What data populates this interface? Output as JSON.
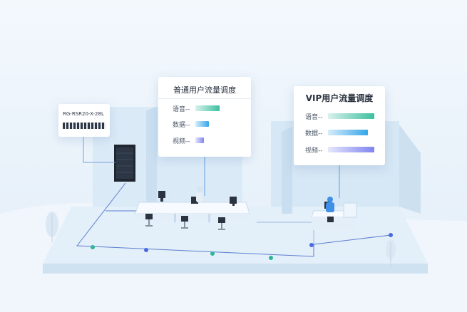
{
  "device": {
    "model": "RG-RSR20-X-28L"
  },
  "normal_panel": {
    "title": "普通用户流量调度",
    "rows": [
      {
        "label": "语音--",
        "level": 0.5,
        "color": "#3dbfa0"
      },
      {
        "label": "数据--",
        "level": 0.28,
        "color": "#35a6e8"
      },
      {
        "label": "视频--",
        "level": 0.18,
        "color": "#7f84f0"
      }
    ]
  },
  "vip_panel": {
    "title": "VIP用户流量调度",
    "rows": [
      {
        "label": "语音--",
        "level": 0.95,
        "color": "#3dbfa0"
      },
      {
        "label": "数据--",
        "level": 0.82,
        "color": "#35a6e8"
      },
      {
        "label": "视频--",
        "level": 0.95,
        "color": "#7f84f0"
      }
    ]
  },
  "colors": {
    "wall": "#d9e9f6",
    "floor": "#e6f1fa",
    "link": "#5c7fd0",
    "node_green": "#2fb59a",
    "node_blue": "#4a6be0"
  }
}
